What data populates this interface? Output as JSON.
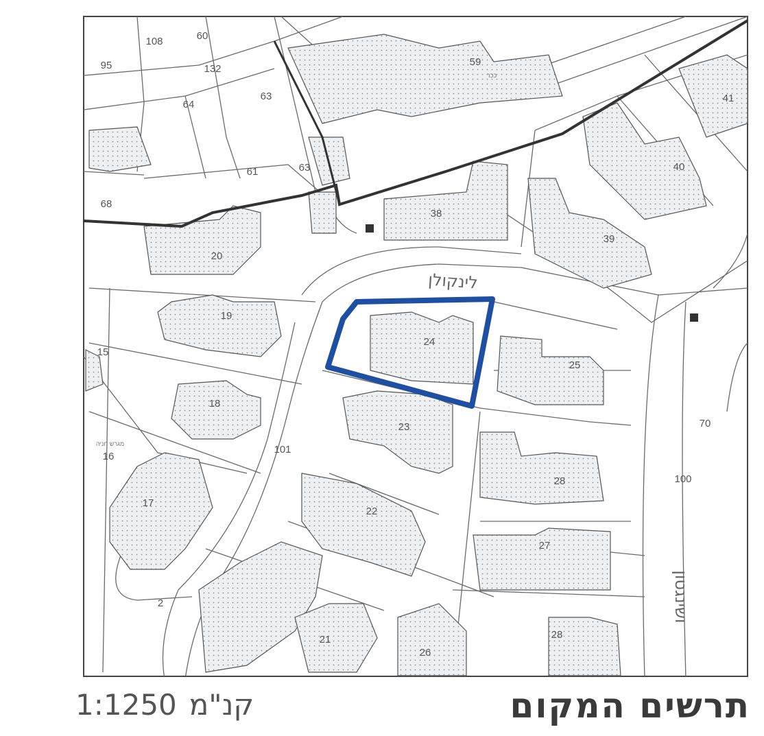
{
  "caption": {
    "title": "תרשים המקום",
    "scale_label": "קנ\"מ",
    "scale_value": "1:1250"
  },
  "colors": {
    "highlight": "#1e4fa3",
    "boundary": "#333333",
    "building_fill": "#eef0f2",
    "line": "#6a6a6a"
  },
  "lots": [
    "95",
    "108",
    "60",
    "132",
    "64",
    "63",
    "59",
    "41",
    "61",
    "63",
    "40",
    "68",
    "38",
    "39",
    "20",
    "19",
    "15",
    "24",
    "25",
    "18",
    "16",
    "23",
    "101",
    "17",
    "28",
    "100",
    "70",
    "22",
    "27",
    "2",
    "21",
    "26",
    "28"
  ],
  "streets": [
    "לינקולן",
    "ושינגטון"
  ],
  "misc": {
    "parking_label": "מגרש חניה",
    "road_label": "ככר"
  }
}
